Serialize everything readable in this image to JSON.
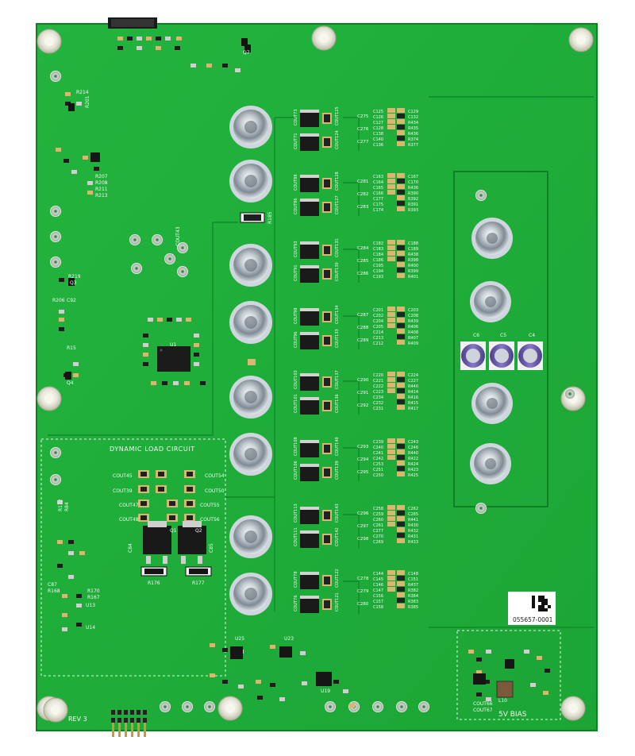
{
  "board": {
    "colors": {
      "solder_mask": "#1fae3a",
      "solder_mask_dark": "#138a2a",
      "silkscreen": "#f4f7f2",
      "pad_gold": "#d9b770",
      "cap_purple": "#6c58a8"
    },
    "labels": {
      "dynamic_load": "DYNAMIC LOAD CIRCUIT",
      "rev": "REV 3",
      "bias": "5V BIAS",
      "part_number": "055657-0001",
      "u1": "U1",
      "q1": "Q1",
      "q2": "Q2",
      "r176": "R176",
      "r177": "R177",
      "cout45": "COUT45",
      "cout39": "COUT39",
      "cout47": "COUT47",
      "cout48": "COUT48",
      "cout54": "COUT54",
      "cout50": "COUT50",
      "cout55": "COUT55",
      "cout56": "COUT56",
      "cout43": "COUT43",
      "cout66": "COUT66",
      "cout67": "COUT67",
      "c4": "C4",
      "c5": "C5",
      "c6": "C6",
      "u13": "U13",
      "u14": "U14",
      "u23": "U23",
      "u25": "U25",
      "u19": "U19",
      "q3": "Q3",
      "q4": "Q4",
      "q7": "Q7",
      "l10": "L10",
      "r185": "R185",
      "r219": "R219",
      "r206": "R206",
      "c92": "C92",
      "r15": "R15",
      "c84": "C84",
      "c85": "C85",
      "c87": "C87",
      "r168": "R168",
      "r170": "R170",
      "r167": "R167",
      "r172": "R172",
      "r84": "R84",
      "r214": "R214",
      "r201": "R201",
      "r207": "R207",
      "r208": "R208",
      "r211": "R211",
      "r213": "R213"
    },
    "cap_labels": [
      [
        "C275",
        "C276",
        "C277"
      ],
      [
        "C281",
        "C282",
        "C283"
      ],
      [
        "C284",
        "C285",
        "C286"
      ],
      [
        "C287",
        "C288",
        "C289"
      ],
      [
        "C290",
        "C291",
        "C292"
      ],
      [
        "C293",
        "C294",
        "C295"
      ],
      [
        "C296",
        "C297",
        "C298"
      ],
      [
        "C278",
        "C279",
        "C280"
      ]
    ],
    "small_cap_labels": [
      [
        "C125",
        "C126",
        "C127",
        "C128",
        "C138",
        "C140",
        "C136"
      ],
      [
        "C163",
        "C164",
        "C165",
        "C166",
        "C177",
        "C175",
        "C174"
      ],
      [
        "C182",
        "C183",
        "C184",
        "C186",
        "C195",
        "C194",
        "C193"
      ],
      [
        "C201",
        "C202",
        "C204",
        "C205",
        "C214",
        "C213",
        "C212"
      ],
      [
        "C220",
        "C221",
        "C222",
        "C223",
        "C234",
        "C232",
        "C231"
      ],
      [
        "C239",
        "C240",
        "C241",
        "C242",
        "C253",
        "C251",
        "C250"
      ],
      [
        "C258",
        "C259",
        "C260",
        "C261",
        "C277",
        "C270",
        "C269"
      ],
      [
        "C144",
        "C145",
        "C146",
        "C147",
        "C156",
        "C157",
        "C158"
      ]
    ],
    "right_res_labels": [
      [
        "C129",
        "C132",
        "R434",
        "R435",
        "R436",
        "R374",
        "R377"
      ],
      [
        "C167",
        "C170",
        "R436",
        "R390",
        "R392",
        "R391",
        "R393"
      ],
      [
        "C188",
        "C189",
        "R438",
        "R398",
        "R400",
        "R399",
        "R401"
      ],
      [
        "C203",
        "C208",
        "R439",
        "R406",
        "R408",
        "R407",
        "R409"
      ],
      [
        "C224",
        "C227",
        "R440",
        "R414",
        "R416",
        "R415",
        "R417"
      ],
      [
        "C243",
        "C246",
        "R440",
        "R422",
        "R424",
        "R423",
        "R425"
      ],
      [
        "C262",
        "C265",
        "R441",
        "R430",
        "R432",
        "R431",
        "R433"
      ],
      [
        "C148",
        "C151",
        "R437",
        "R382",
        "R384",
        "R383",
        "R385"
      ]
    ],
    "vertical_labels": [
      [
        "COUT73",
        "COUT125",
        "COUT71",
        "COUT124"
      ],
      [
        "COUT88",
        "COUT128",
        "COUT86",
        "COUT127"
      ],
      [
        "COUT93",
        "COUT131",
        "COUT91",
        "COUT130"
      ],
      [
        "COUT98",
        "COUT134",
        "COUT96",
        "COUT133"
      ],
      [
        "COUT103",
        "COUT137",
        "COUT101",
        "COUT136"
      ],
      [
        "COUT108",
        "COUT140",
        "COUT106",
        "COUT139"
      ],
      [
        "COUT113",
        "COUT143",
        "COUT111",
        "COUT142"
      ],
      [
        "COUT78",
        "COUT122",
        "COUT76",
        "COUT121"
      ]
    ]
  }
}
